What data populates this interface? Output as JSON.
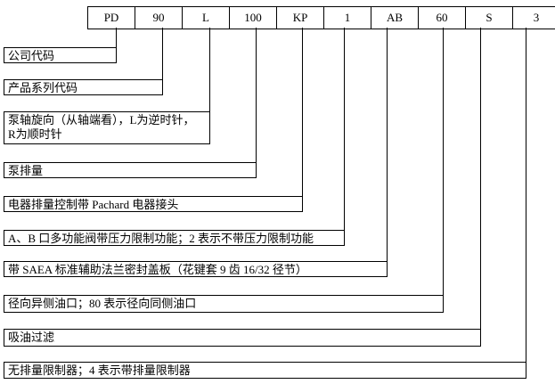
{
  "codes": [
    "PD",
    "90",
    "L",
    "100",
    "KP",
    "1",
    "AB",
    "60",
    "S",
    "3"
  ],
  "descriptions": [
    "公司代码",
    "产品系列代码",
    "泵轴旋向（从轴端看），L为逆时针，",
    "R为顺时针",
    "泵排量",
    "电器排量控制带 Pachard 电器接头",
    "A、B 口多功能阀带压力限制功能；2 表示不带压力限制功能",
    "带 SAEA 标准辅助法兰密封盖板（花键套 9 齿 16/32 径节）",
    "径向异侧油口；80 表示径向同侧油口",
    "吸油过滤",
    "无排量限制器；4 表示带排量限制器"
  ]
}
